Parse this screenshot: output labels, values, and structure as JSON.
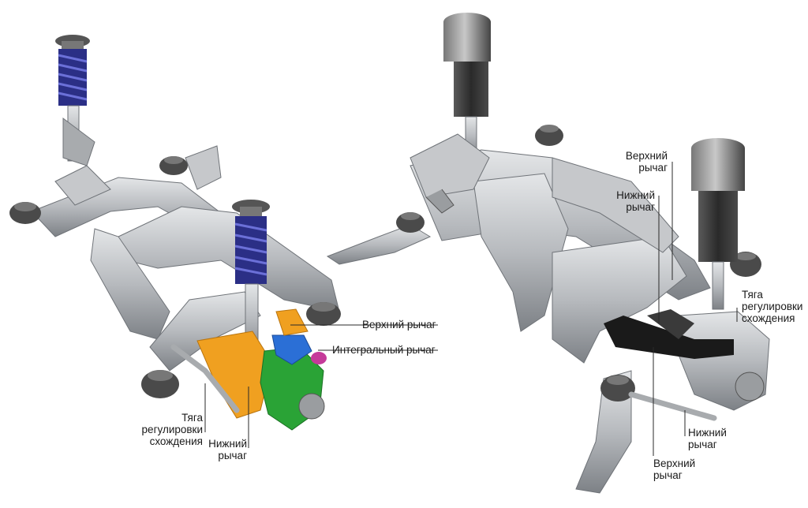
{
  "labels": {
    "left_upper_arm": "Верхний рычаг",
    "left_integral_arm": "Интегральный рычаг",
    "left_toe_link": [
      "Тяга",
      "регулировки",
      "схождения"
    ],
    "left_lower_arm": [
      "Нижний",
      "рычаг"
    ],
    "right_upper_arm_top": [
      "Верхний",
      "рычаг"
    ],
    "right_lower_arm_top": [
      "Нижний",
      "рычаг"
    ],
    "right_toe_link": [
      "Тяга",
      "регулировки",
      "схождения"
    ],
    "right_lower_arm_bottom": [
      "Нижний",
      "рычаг"
    ],
    "right_upper_arm_bottom": [
      "Верхний",
      "рычаг"
    ]
  },
  "colors": {
    "background": "#ffffff",
    "steel": "#b9bcc0",
    "coil_spring": "#2b2f86",
    "lower_arm": "#f0a020",
    "knuckle": "#2aa336",
    "integral_arm": "#2b6fd6",
    "bushing": "#3a3a3a"
  }
}
